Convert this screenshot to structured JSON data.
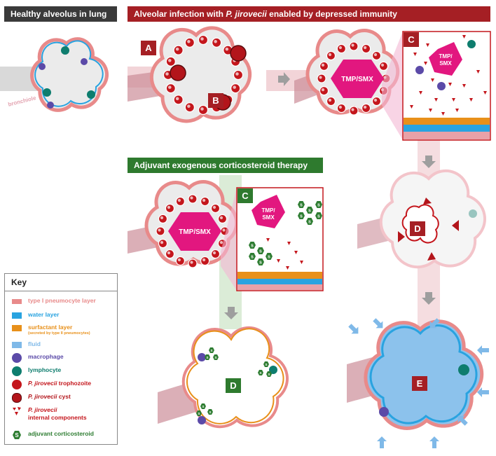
{
  "headers": {
    "healthy": "Healthy alveolus in lung",
    "infection_pre": "Alveolar infection with ",
    "infection_italic": "P. jirovecii",
    "infection_post": " enabled by depressed immunity",
    "therapy": "Adjuvant exogenous corticosteroid therapy"
  },
  "labels": {
    "bronchiole": "bronchiole",
    "A": "A",
    "B": "B",
    "C1": "C",
    "C2": "C",
    "D1": "D",
    "D2": "D",
    "E": "E",
    "drug_large": "TMP/SMX",
    "drug_small_line1": "TMP/",
    "drug_small_line2": "SMX",
    "steroid": "S"
  },
  "key": {
    "title": "Key",
    "items": [
      {
        "label": "type I pneumocyte layer",
        "color": "#e88a8a"
      },
      {
        "label": "water layer",
        "color": "#29a3e0"
      },
      {
        "label": "surfactant layer",
        "sublabel": "(secreted by type II pneumocytes)",
        "color": "#e8901a"
      },
      {
        "label": "fluid",
        "color": "#7fb9e8"
      },
      {
        "label": "macrophage",
        "color": "#5b4aa8"
      },
      {
        "label": "lymphocyte",
        "color": "#0e7d6e"
      },
      {
        "label": "P. jirovecii",
        "label_tail": " trophozoite",
        "color": "#c4161c"
      },
      {
        "label": "P. jirovecii",
        "label_tail": " cyst",
        "color": "#b3151b"
      },
      {
        "label": "P. jirovecii",
        "label_line2": "internal components",
        "color": "#c4161c"
      },
      {
        "label": "adjuvant corticosteroid",
        "color": "#2e7d32"
      }
    ]
  },
  "colors": {
    "header_dark": "#3a3a3a",
    "header_red": "#a51f24",
    "header_green": "#2e7a2e",
    "magenta": "#e2177f",
    "letter_red": "#a51f24",
    "letter_green": "#2e7a2e"
  }
}
